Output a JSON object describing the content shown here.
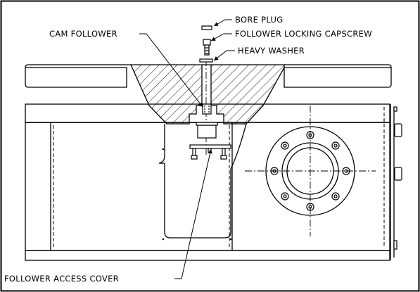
{
  "labels": {
    "bore_plug": "BORE PLUG",
    "locking_capscrew": "FOLLOWER LOCKING CAPSCREW",
    "heavy_washer": "HEAVY WASHER",
    "cam_follower": "CAM FOLLOWER",
    "access_cover": "FOLLOWER ACCESS COVER"
  },
  "colors": {
    "line": "#000000",
    "background": "#ffffff"
  }
}
